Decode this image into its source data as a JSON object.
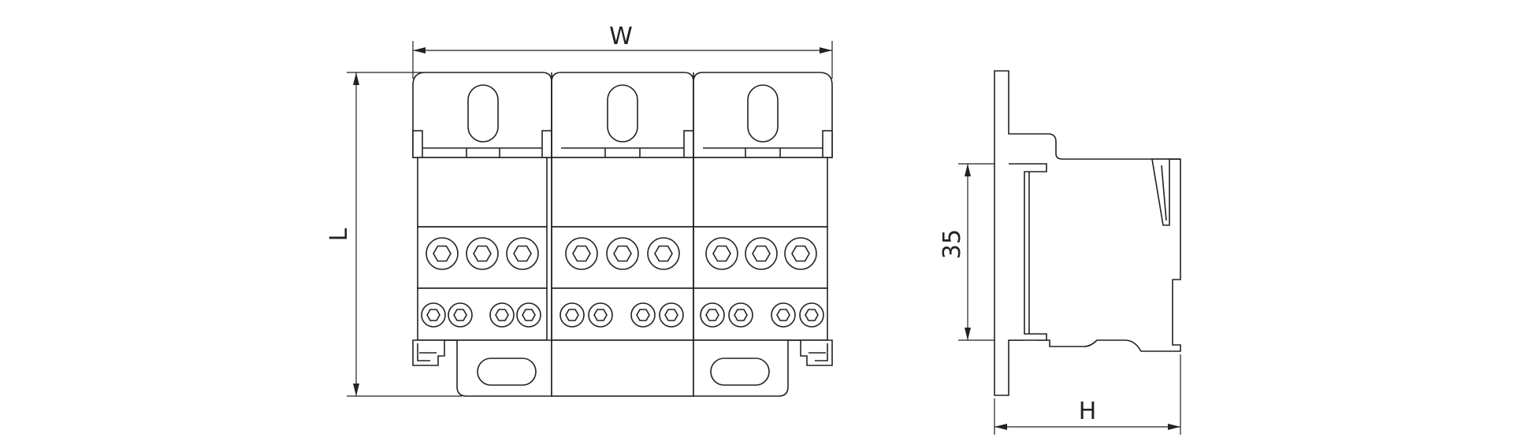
{
  "dimensions": {
    "width_label": "W",
    "length_label": "L",
    "height_label": "H",
    "rail_label": "35"
  },
  "front_view": {
    "module_count": 3,
    "large_screws_per_module": 3,
    "small_screws_per_module": 4
  }
}
